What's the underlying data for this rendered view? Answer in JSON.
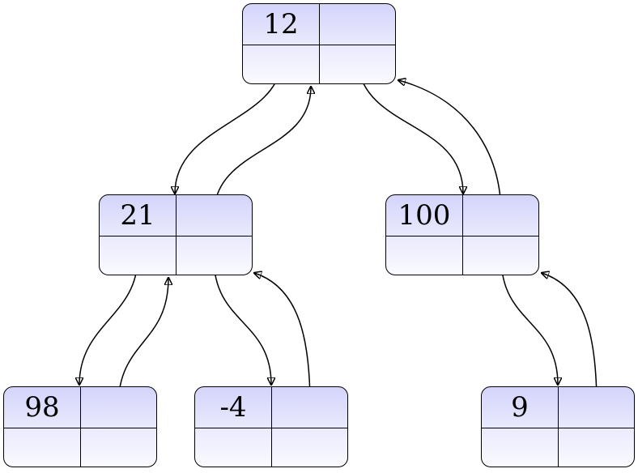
{
  "tree": {
    "nodes": [
      {
        "id": "n12",
        "value": "12"
      },
      {
        "id": "n21",
        "value": "21"
      },
      {
        "id": "n100",
        "value": "100"
      },
      {
        "id": "n98",
        "value": "98"
      },
      {
        "id": "nm4",
        "value": "-4"
      },
      {
        "id": "n9",
        "value": "9"
      }
    ],
    "edges": [
      {
        "from": "n12",
        "to": "n21"
      },
      {
        "from": "n12",
        "to": "n100"
      },
      {
        "from": "n21",
        "to": "n98"
      },
      {
        "from": "n21",
        "to": "nm4"
      },
      {
        "from": "n100",
        "to": "n9"
      }
    ]
  }
}
